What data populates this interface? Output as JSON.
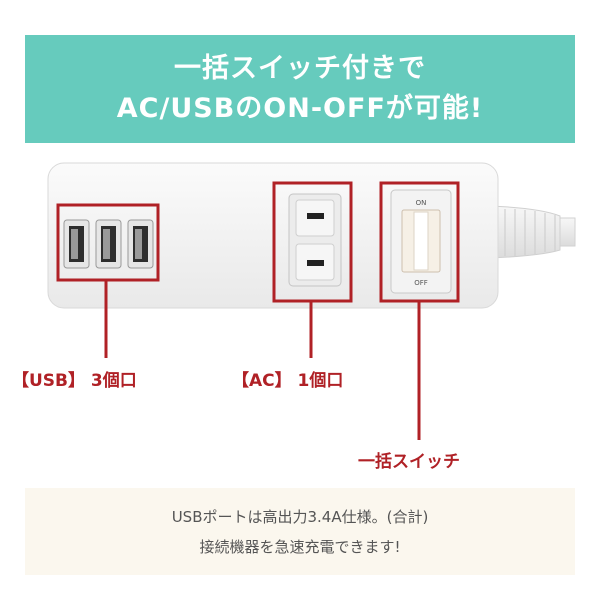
{
  "banner": {
    "line1": "一括スイッチ付きで",
    "line2": "AC/USBのON-OFFが可能!"
  },
  "switch": {
    "on_label": "ON",
    "off_label": "OFF"
  },
  "labels": {
    "usb": "【USB】 3個口",
    "ac": "【AC】 1個口",
    "switch": "一括スイッチ"
  },
  "info": {
    "line1": "USBポートは高出力3.4A仕様。(合計)",
    "line2": "接続機器を急速充電できます!"
  },
  "colors": {
    "banner": "#66cbbd",
    "highlight": "#b02126",
    "info_bg": "#fbf7ee"
  }
}
